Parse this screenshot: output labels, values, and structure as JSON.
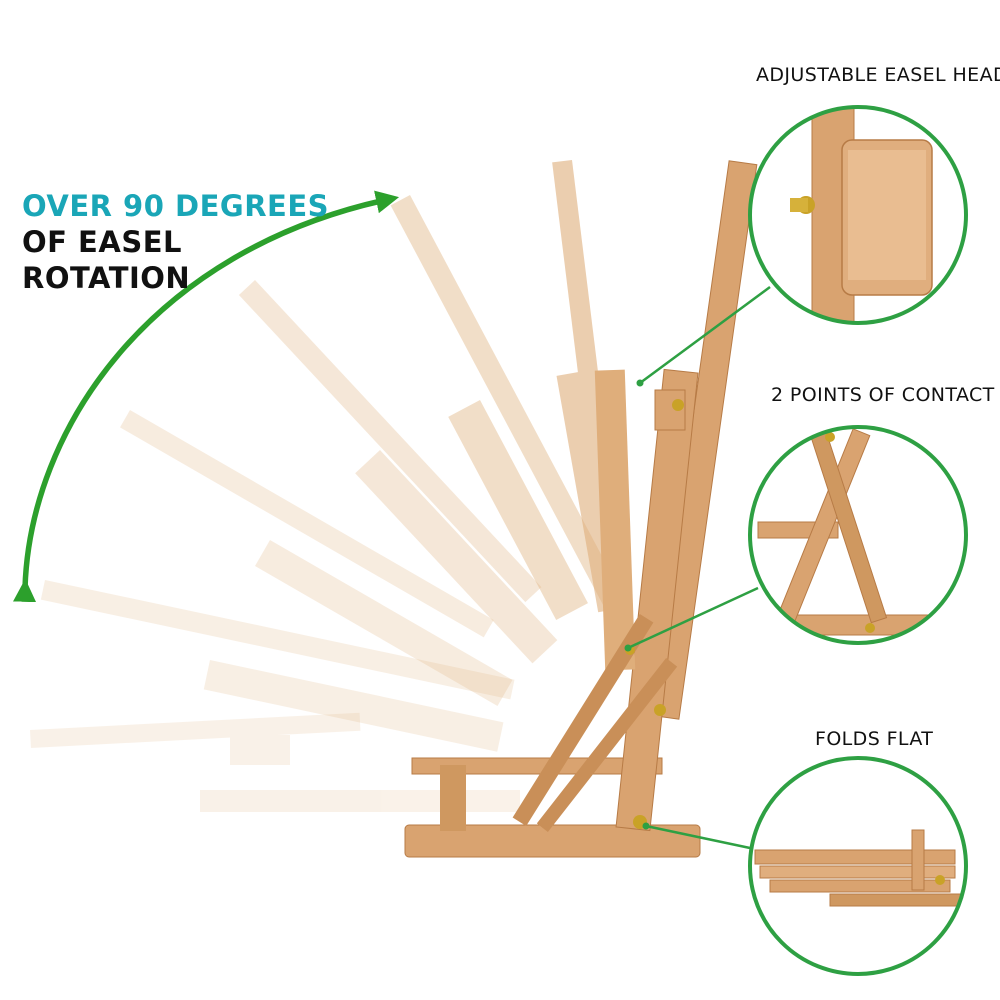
{
  "headline": {
    "line1": "OVER 90 DEGREES",
    "line2": "OF EASEL",
    "line3": "ROTATION"
  },
  "callouts": [
    {
      "label": "ADJUSTABLE EASEL HEAD"
    },
    {
      "label": "2 POINTS OF CONTACT"
    },
    {
      "label": "FOLDS FLAT"
    }
  ],
  "colors": {
    "accent_teal": "#1aa6b7",
    "arrow_green": "#2ca02c",
    "circle_green": "#2ea043",
    "wood": "#d9a370",
    "wood_dark": "#b77b46",
    "brass": "#c9a227",
    "text": "#111111"
  },
  "icons": [
    "rotation-arrow-icon"
  ]
}
